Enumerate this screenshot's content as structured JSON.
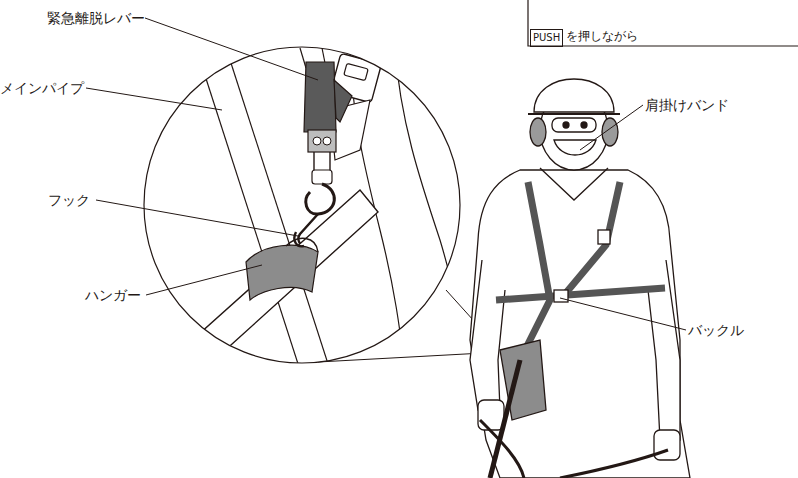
{
  "diagram": {
    "labels": [
      "緊急離脱レバー",
      "メインパイプ",
      "フック",
      "ハンガー",
      "肩掛けバンド",
      "バックル",
      "PUSH",
      "を押しながら"
    ]
  }
}
